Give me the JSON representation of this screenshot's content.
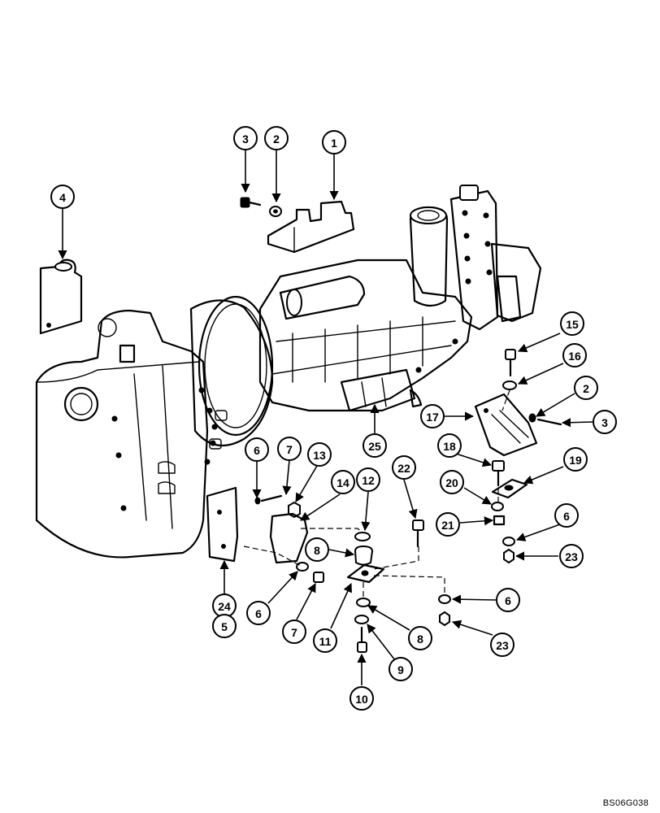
{
  "drawing_id": "BS06G038",
  "callouts": [
    {
      "label": "1"
    },
    {
      "label": "2"
    },
    {
      "label": "3"
    },
    {
      "label": "4"
    },
    {
      "label": "15"
    },
    {
      "label": "16"
    },
    {
      "label": "2"
    },
    {
      "label": "17"
    },
    {
      "label": "3"
    },
    {
      "label": "25"
    },
    {
      "label": "18"
    },
    {
      "label": "19"
    },
    {
      "label": "20"
    },
    {
      "label": "21"
    },
    {
      "label": "6"
    },
    {
      "label": "23"
    },
    {
      "label": "6"
    },
    {
      "label": "7"
    },
    {
      "label": "13"
    },
    {
      "label": "14"
    },
    {
      "label": "12"
    },
    {
      "label": "22"
    },
    {
      "label": "8"
    },
    {
      "label": "24"
    },
    {
      "label": "5"
    },
    {
      "label": "6"
    },
    {
      "label": "7"
    },
    {
      "label": "11"
    },
    {
      "label": "8"
    },
    {
      "label": "6"
    },
    {
      "label": "23"
    },
    {
      "label": "9"
    },
    {
      "label": "10"
    }
  ]
}
